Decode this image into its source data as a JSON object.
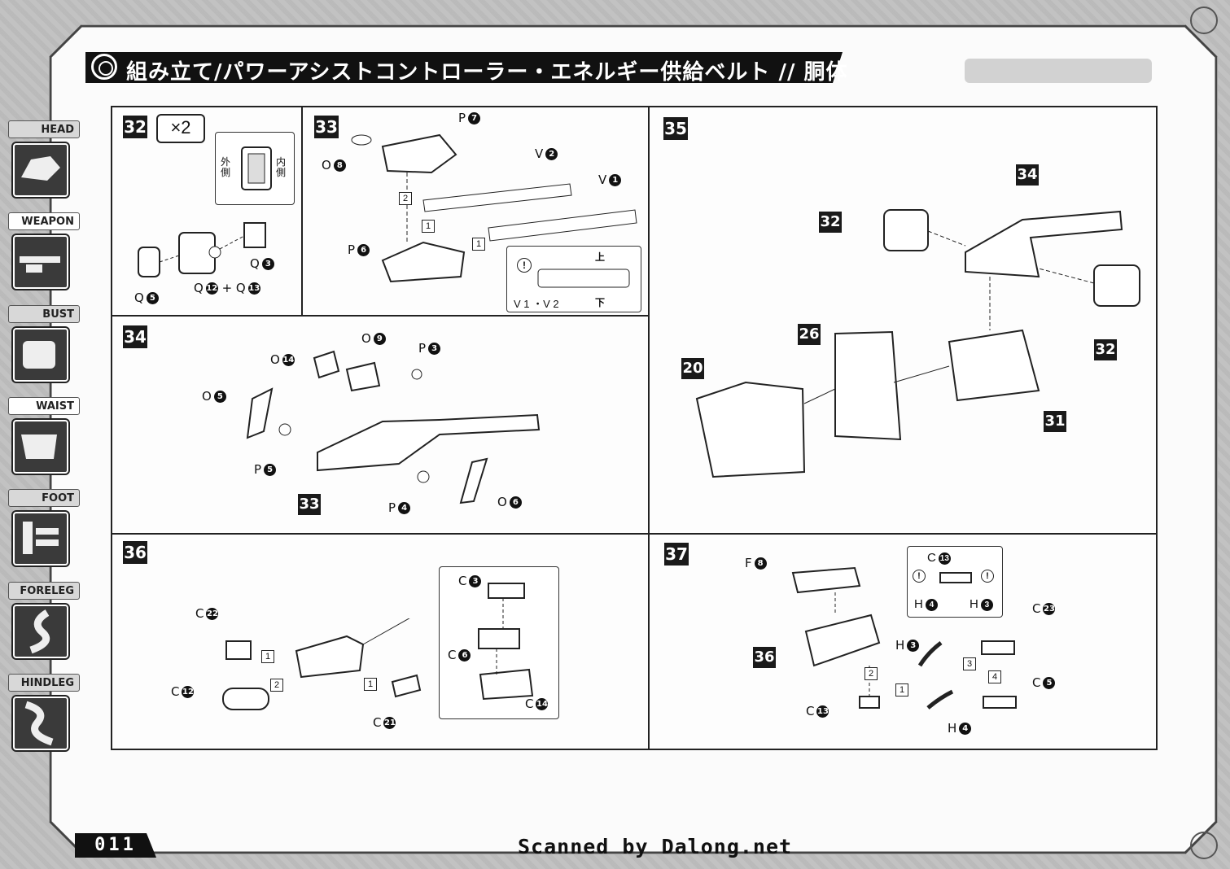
{
  "header": {
    "title": "組み立て/パワーアシストコントローラー・エネルギー供給ベルト // 胴体"
  },
  "sidenav": [
    {
      "label": "HEAD",
      "active": false
    },
    {
      "label": "WEAPON",
      "active": true
    },
    {
      "label": "BUST",
      "active": false
    },
    {
      "label": "WAIST",
      "active": true
    },
    {
      "label": "FOOT",
      "active": false
    },
    {
      "label": "FORELEG",
      "active": false
    },
    {
      "label": "HINDLEG",
      "active": false
    }
  ],
  "steps": {
    "s32": {
      "number": "32",
      "multiplier": "×2",
      "inset_outer": "外側",
      "inset_inner": "内側",
      "parts": [
        "Q",
        "Q",
        "Q",
        "+ Q"
      ],
      "part_nums": [
        "3",
        "5",
        "12",
        "13"
      ]
    },
    "s33": {
      "number": "33",
      "parts": {
        "o8": "O",
        "p7": "P",
        "v2": "V",
        "v1": "V",
        "p6": "P"
      },
      "nums": {
        "o8": "8",
        "p7": "7",
        "v2": "2",
        "v1": "1",
        "p6": "6"
      },
      "inset_up": "上",
      "inset_down": "下",
      "inset_caption": "V 1 ・V 2",
      "orders": [
        "2",
        "1",
        "1"
      ]
    },
    "s34": {
      "number": "34",
      "labels": [
        {
          "t": "O",
          "n": "14"
        },
        {
          "t": "O",
          "n": "9"
        },
        {
          "t": "P",
          "n": "3"
        },
        {
          "t": "O",
          "n": "5"
        },
        {
          "t": "P",
          "n": "5"
        },
        {
          "t": "P",
          "n": "4"
        },
        {
          "t": "O",
          "n": "6"
        }
      ],
      "ref": "33"
    },
    "s35": {
      "number": "35",
      "refs": [
        "34",
        "32",
        "32",
        "26",
        "20",
        "31"
      ]
    },
    "s36": {
      "number": "36",
      "labels": [
        {
          "t": "C",
          "n": "22"
        },
        {
          "t": "C",
          "n": "12"
        },
        {
          "t": "C",
          "n": "21"
        },
        {
          "t": "C",
          "n": "3"
        },
        {
          "t": "C",
          "n": "6"
        },
        {
          "t": "C",
          "n": "14"
        }
      ],
      "orders": [
        "1",
        "2",
        "1"
      ]
    },
    "s37": {
      "number": "37",
      "ref": "36",
      "labels": [
        {
          "t": "F",
          "n": "8"
        },
        {
          "t": "C",
          "n": "13"
        },
        {
          "t": "H",
          "n": "4"
        },
        {
          "t": "H",
          "n": "3"
        },
        {
          "t": "C",
          "n": "23"
        },
        {
          "t": "H",
          "n": "3"
        },
        {
          "t": "C",
          "n": "5"
        },
        {
          "t": "C",
          "n": "13"
        },
        {
          "t": "H",
          "n": "4"
        }
      ],
      "orders": [
        "3",
        "4",
        "2",
        "1"
      ]
    }
  },
  "footer": {
    "page": "011",
    "watermark": "Scanned by Dalong.net"
  }
}
